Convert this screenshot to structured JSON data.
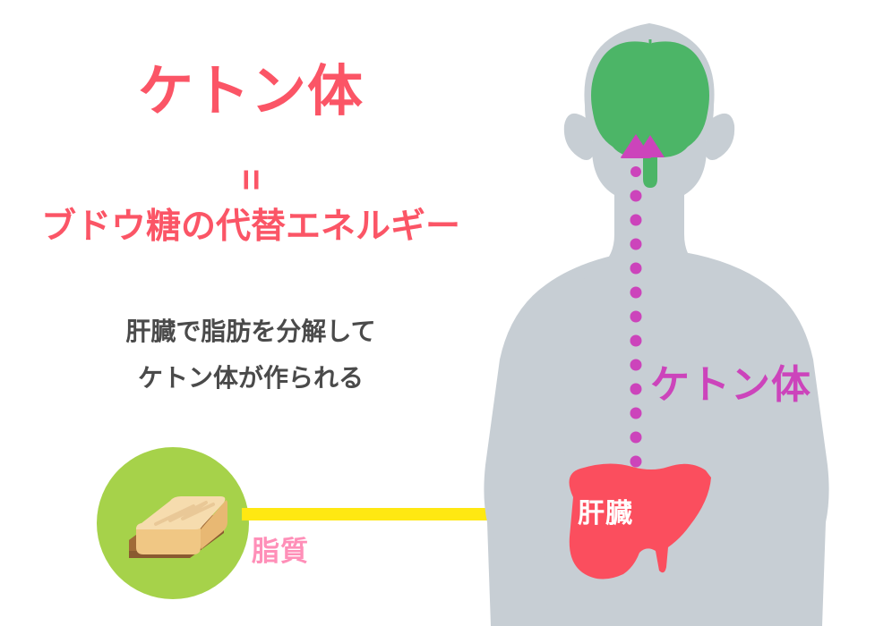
{
  "headline": {
    "title": "ケトン体",
    "equals": "=",
    "subtitle": "ブドウ糖の代替エネルギー"
  },
  "description": {
    "line1": "肝臓で脂肪を分解して",
    "line2": "ケトン体が作られる"
  },
  "fat_source": {
    "label": "脂質",
    "icon": "butter-block-icon",
    "badge_color": "#a6d24a",
    "label_color": "#ff8fb8"
  },
  "flow_arrow": {
    "name": "fat-to-liver-arrow",
    "color": "#ffe812"
  },
  "body": {
    "silhouette_color": "#c7ced4",
    "brain": {
      "name": "brain",
      "color": "#4cb567"
    },
    "liver": {
      "name": "liver",
      "label": "肝臓",
      "color": "#fb4e5e",
      "label_color": "#ffffff"
    },
    "ketone_stream": {
      "label": "ケトン体",
      "color": "#cc44bb",
      "dot_count": 13,
      "direction": "liver-to-brain"
    }
  },
  "palette": {
    "accent_red": "#fb5566",
    "text_gray": "#4a4a4a",
    "magenta": "#cc44bb",
    "green": "#4cb567",
    "lime": "#a6d24a",
    "yellow": "#ffe812",
    "pink": "#ff8fb8",
    "body_gray": "#c7ced4",
    "background": "#ffffff"
  }
}
